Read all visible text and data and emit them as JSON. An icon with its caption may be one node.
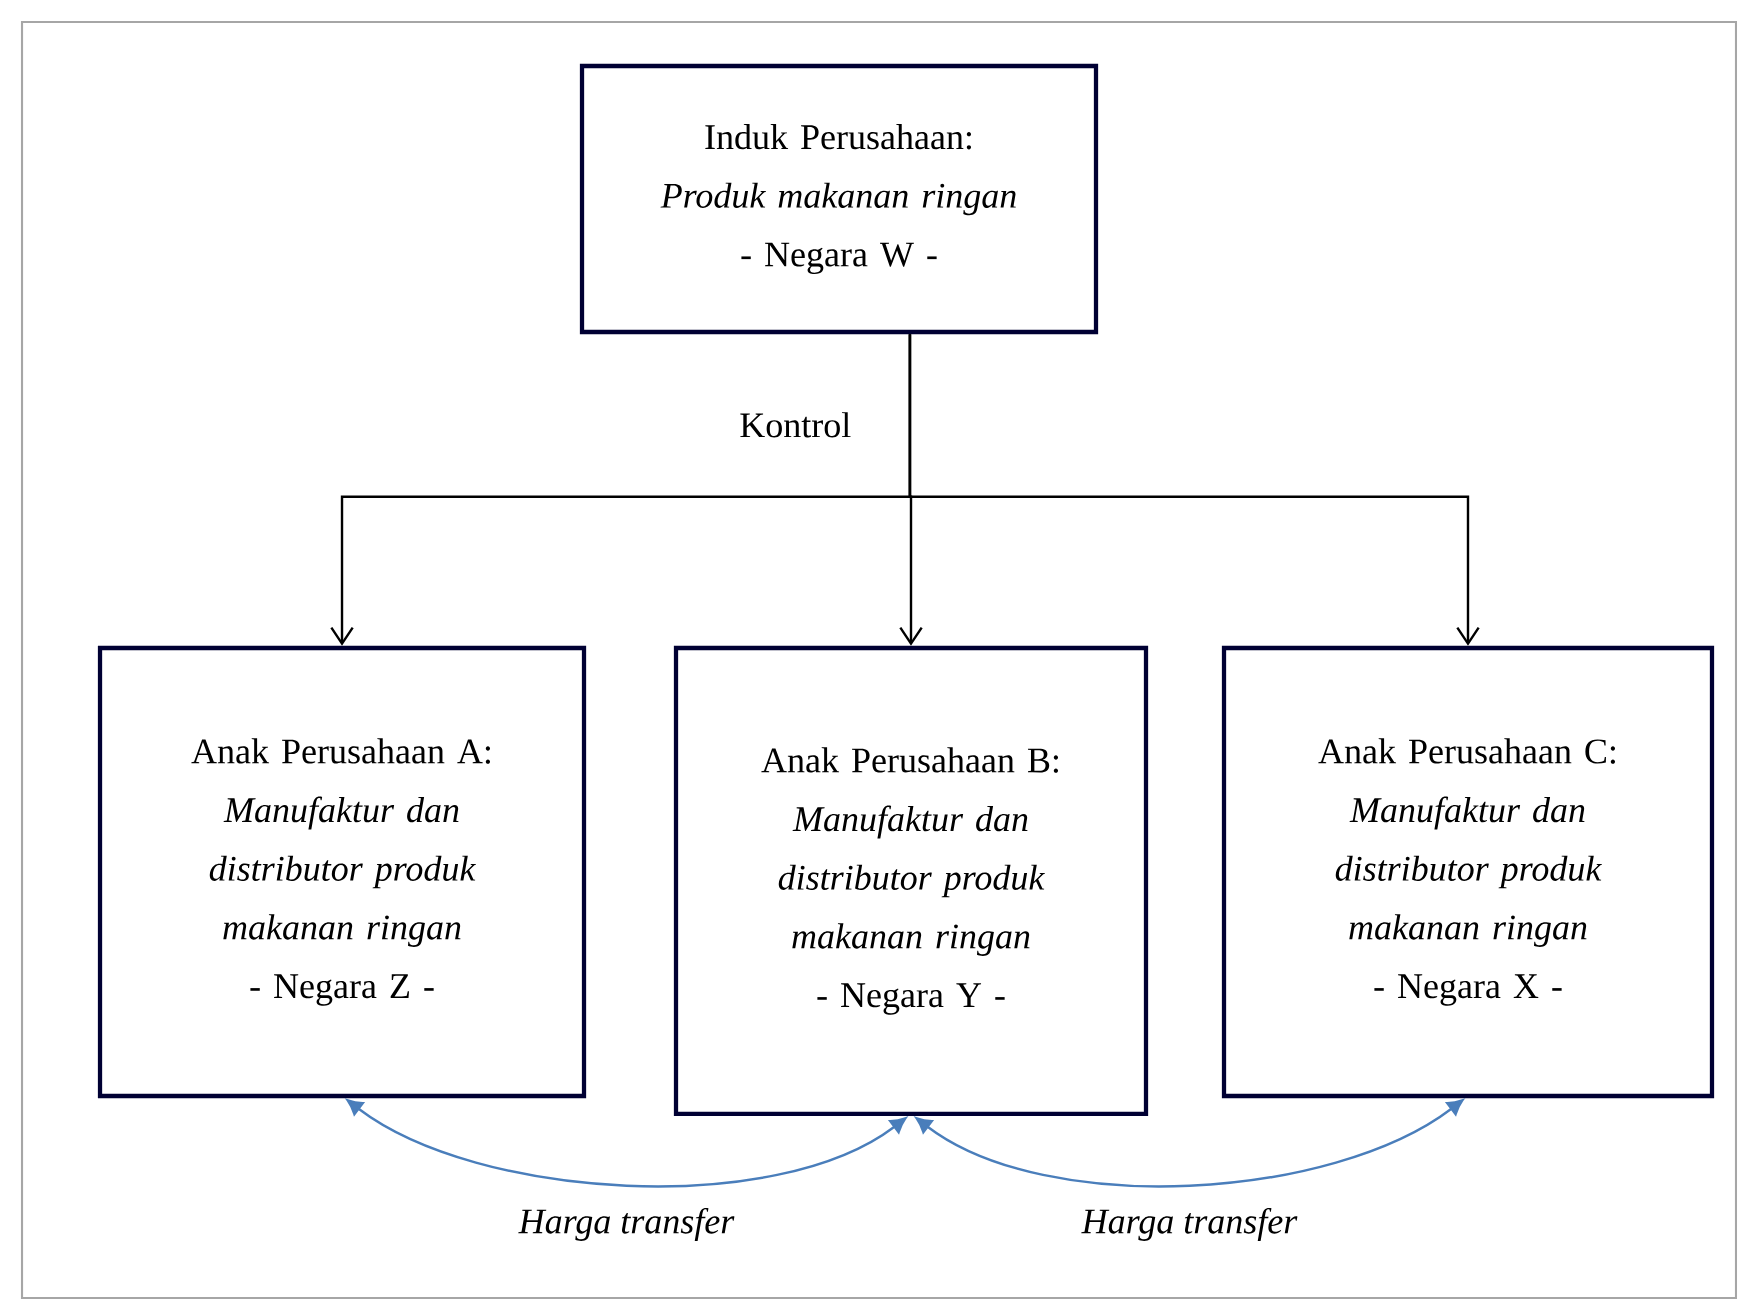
{
  "diagram": {
    "nodes": [
      {
        "text": [
          "Induk Perusahaan:",
          "Produk makanan ringan",
          "- Negara W -"
        ]
      },
      {
        "text": [
          "Anak Perusahaan A:",
          "Manufaktur dan distributor produk makanan ringan",
          "- Negara Z -"
        ]
      },
      {
        "text": [
          "Anak Perusahaan B:",
          "Manufaktur dan distributor produk makanan ringan",
          "- Negara Y -"
        ]
      },
      {
        "text": [
          "Anak Perusahaan C:",
          "Manufaktur dan distributor produk makanan ringan",
          "- Negara X -"
        ]
      }
    ],
    "edges": [
      {
        "from": 0,
        "to": 1,
        "arrow": "to"
      },
      {
        "from": 0,
        "to": 2,
        "arrow": "to",
        "label": "Kontrol"
      },
      {
        "from": 0,
        "to": 3,
        "arrow": "to"
      },
      {
        "from": 1,
        "to": 2,
        "arrow": "both",
        "label": "Harga transfer",
        "color": "#4a7ebb"
      },
      {
        "from": 2,
        "to": 3,
        "arrow": "both",
        "label": "Harga transfer",
        "color": "#4a7ebb"
      }
    ]
  }
}
